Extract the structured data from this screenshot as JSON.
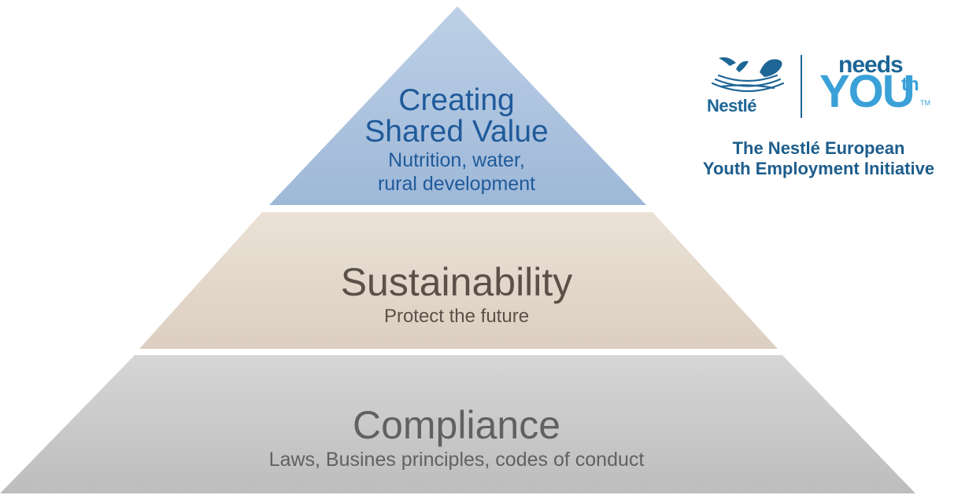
{
  "pyramid": {
    "tiers": [
      {
        "title_lines": [
          "Creating",
          "Shared Value"
        ],
        "subtitle_lines": [
          "Nutrition, water,",
          "rural development"
        ],
        "color": "#a8c0dd"
      },
      {
        "title_lines": [
          "Sustainability"
        ],
        "subtitle_lines": [
          "Protect the future"
        ],
        "color": "#e3d7cb"
      },
      {
        "title_lines": [
          "Compliance"
        ],
        "subtitle_lines": [
          "Laws, Busines principles, codes of conduct"
        ],
        "color": "#c9c9c9"
      }
    ]
  },
  "logo": {
    "nestle": "Nestlé",
    "needs": "needs",
    "youth": "YOU",
    "th": "th",
    "tm": "TM",
    "brand_color": "#1d6696",
    "youth_color": "#3aa0d8"
  },
  "initiative": {
    "lines": [
      "The Nestlé European",
      "Youth Employment Initiative"
    ],
    "color": "#1d5d8c"
  }
}
